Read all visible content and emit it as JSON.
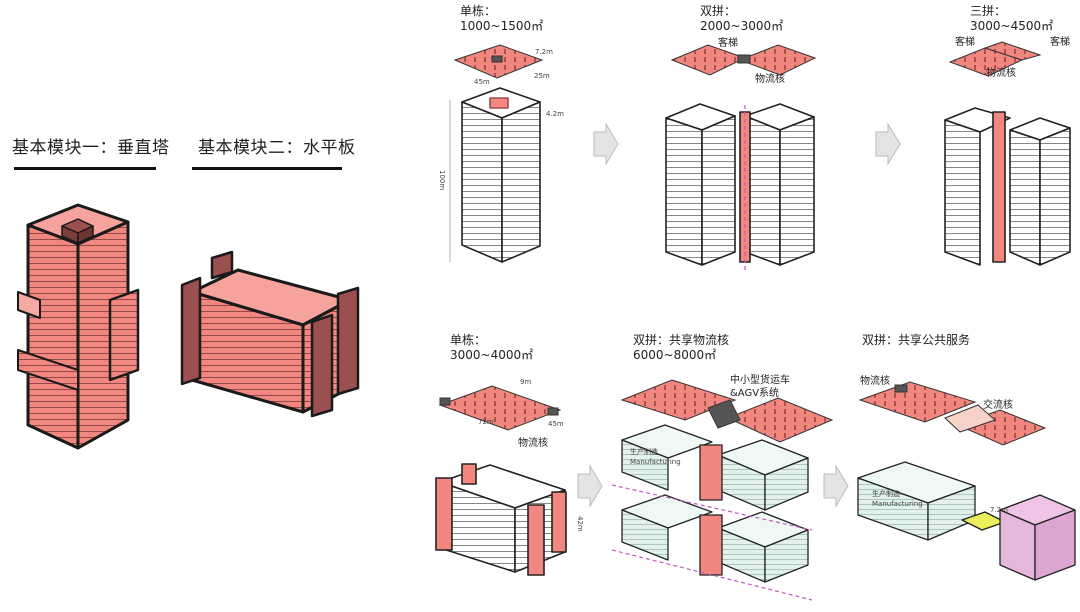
{
  "left_titles": {
    "module_one": "基本模块一：垂直塔",
    "module_two": "基本模块二：水平板"
  },
  "top_row": {
    "single": {
      "title": "单栋：",
      "area": "1000~1500㎡",
      "dim_width": "45m",
      "dim_depth": "25m",
      "dim_grid": "7.2m",
      "dim_floor": "4.2m",
      "dim_height": "100m"
    },
    "double": {
      "title": "双拼：",
      "area": "2000~3000㎡",
      "passenger_elevator": "客梯",
      "logistics_core": "物流核"
    },
    "triple": {
      "title": "三拼：",
      "area": "3000~4500㎡",
      "passenger_elevator_left": "客梯",
      "passenger_elevator_right": "客梯",
      "logistics_core": "物流核"
    }
  },
  "bottom_row": {
    "single": {
      "title": "单栋：",
      "area": "3000~4000㎡",
      "dim_grid": "9m",
      "dim_width": "72m",
      "dim_depth": "45m",
      "dim_height": "42m",
      "logistics_core": "物流核"
    },
    "shared_logistics": {
      "title": "双拼：共享物流核",
      "area": "6000~8000㎡",
      "vehicle_line1": "中小型货运车",
      "vehicle_line2": "&AGV系统",
      "manufacturing": "Manufacturing",
      "production_cn": "生产制造"
    },
    "shared_public": {
      "title": "双拼：共享公共服务",
      "logistics_core": "物流核",
      "exchange_core": "交流核",
      "manufacturing": "Manufacturing",
      "production_cn": "生产制造",
      "dim_small": "7.2m"
    }
  },
  "colors": {
    "salmon": "#f1877f",
    "salmon_light": "#f6aaa3",
    "salmon_dark": "#9c4f4f",
    "outline": "#1a1a1a",
    "arrow": "#d9d9d9",
    "purple_line": "#c05ac0",
    "glass": "#dcefe8",
    "pink_block": "#e5b7dc"
  }
}
